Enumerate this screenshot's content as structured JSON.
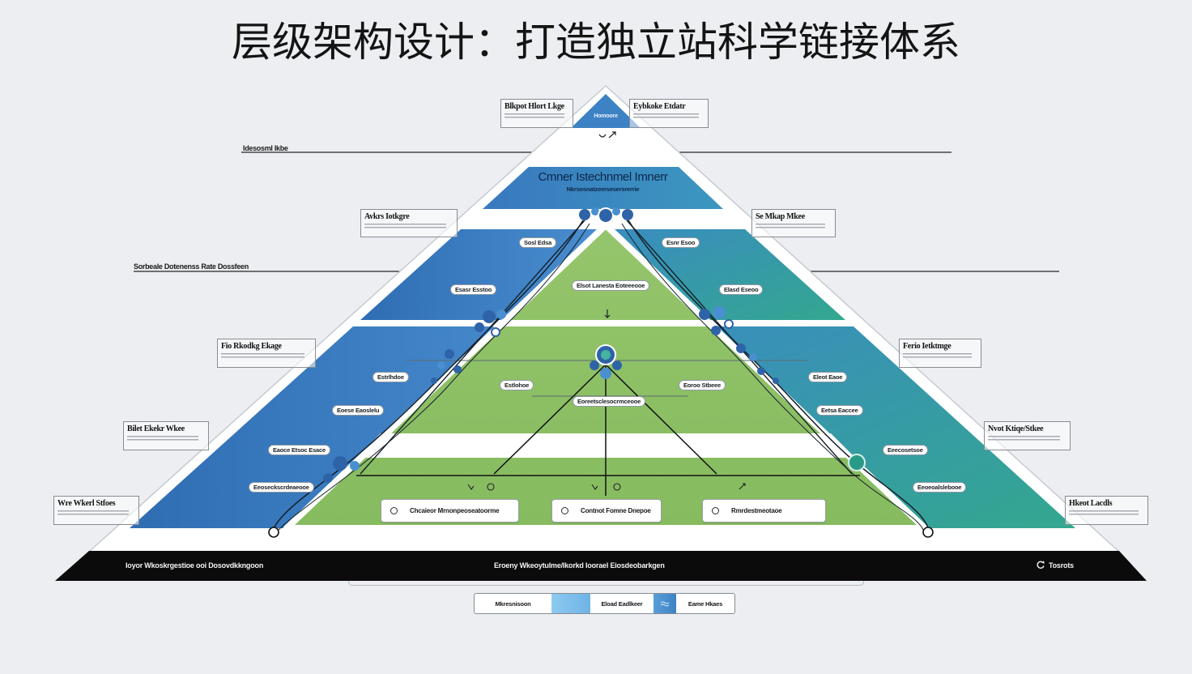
{
  "title": "层级架构设计：打造独立站科学链接体系",
  "colors": {
    "blue_dark": "#2f6db3",
    "blue_light": "#4a8fd0",
    "teal_top": "#3a8cc0",
    "teal_bottom": "#33a78f",
    "green_top": "#95c56c",
    "green_bottom": "#86bb5f",
    "base_band": "#0b0b0b",
    "node": "#2f63a8"
  },
  "pyramid": {
    "apex_label": "Homoore",
    "tier2_title": "Cmner Istechnmel Imnerr",
    "tier2_subtitle": "Nkrsosnatzeersesersrerrie"
  },
  "guide_labels": [
    "Idesosml Ikbe",
    "Sorbeale Dotenenss Rate Dossfeen"
  ],
  "side_labels": [
    "Blkpot Hlort Lkge",
    "Eybkoke Etdatr",
    "Avkrs Iotkgre",
    "Se Mkap Mkee",
    "Fio Rkodkg Ekage",
    "Ferio Ietktmge",
    "Bilet Ekekr Wkee",
    "Nvot Ktiqe/Stkee",
    "Wre Wkerl Stfoes",
    "Hkeot Lacdls"
  ],
  "node_labels": [
    "Sosl Edsa",
    "Esnr Esoo",
    "Esasr Esstoo",
    "Elasd Eseoo",
    "Elsot Lanesta Eoteeeooe",
    "Estrlhdoe",
    "Estlohoe",
    "Eoroo Stbeee",
    "Eleot Eaoe",
    "Eoese Eaoslelu",
    "Eoreetsclesocrmceooe",
    "Eetsa Eaccee",
    "Eaoce Etsoc Esace",
    "Eeecosetsoe",
    "Eeoseckscrdeaeooe",
    "Eeoeoalslebooe"
  ],
  "buttons": [
    "Chcaieor Mrnonpeoseatoorme",
    "Contnot Fomne Dnepoe",
    "Rmrdestmeotaoe"
  ],
  "base_band": {
    "left": "Ioyor Wkoskrgestioe ooi Dosovdkkngoon",
    "center": "Eroeny Wkeoytulme/Ikorkd Ioorael Eiosdeobarkgen",
    "right": "Tosrots"
  },
  "legend": [
    "Mkresnisoon",
    "Eload Eadlkeer",
    "Eame Hkaes"
  ]
}
